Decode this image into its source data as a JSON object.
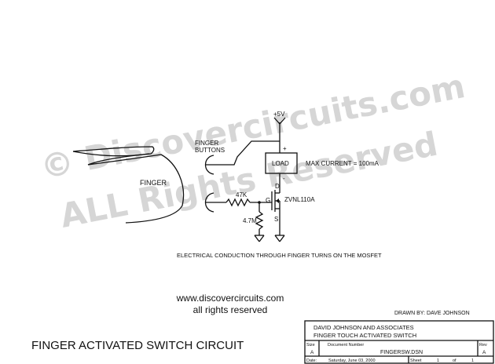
{
  "diagram": {
    "title": "FINGER ACTIVATED SWITCH CIRCUIT",
    "website": "www.discovercircuits.com",
    "rights": "all rights reserved",
    "watermark": {
      "line1": "© Discovercircuits.com",
      "line2": "ALL Rights Reserved"
    },
    "labels": {
      "finger": "FINGER",
      "finger_buttons_1": "FINGER",
      "finger_buttons_2": "BUTTONS",
      "supply": "+5V",
      "plus": "+",
      "minus": "-",
      "load": "LOAD",
      "max_current": "MAX CURRENT = 100mA",
      "transistor": "ZVNL110A",
      "drain": "D",
      "gate": "G",
      "source": "S",
      "r1": "47K",
      "r2": "4.7M",
      "note": "ELECTRICAL CONDUCTION THROUGH FINGER TURNS ON THE MOSFET"
    },
    "drawn_by": "DRAWN BY:  DAVE JOHNSON",
    "title_block": {
      "company": "DAVID JOHNSON AND ASSOCIATES",
      "project": "FINGER TOUCH ACTIVATED SWITCH",
      "size_label": "Size",
      "size_value": "A",
      "docnum_label": "Document Number",
      "docnum_value": "FINGERSW.DSN",
      "rev_label": "Rev",
      "rev_value": "A",
      "date_label": "Date:",
      "date_value": "Saturday, June 03, 2000",
      "sheet_label": "Sheet",
      "sheet_value": "1",
      "of_label": "of",
      "of_value": "1"
    }
  },
  "colors": {
    "ink": "#111111",
    "watermark": "#d6d6d6"
  }
}
